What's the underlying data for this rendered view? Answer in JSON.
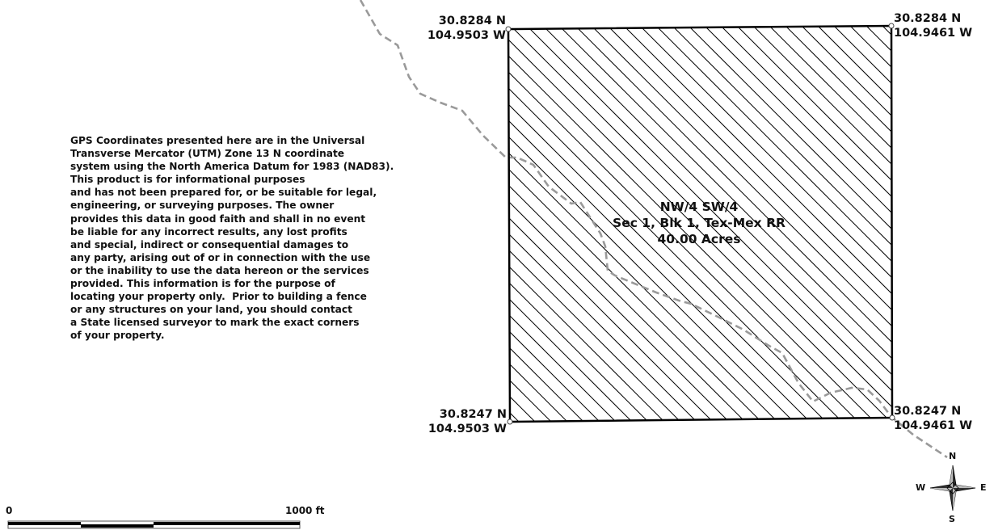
{
  "disclaimer": {
    "lines": [
      "GPS Coordinates presented here are in the Universal",
      "Transverse Mercator (UTM) Zone 13 N coordinate",
      "system using the North America Datum for 1983 (NAD83).",
      "This product is for informational purposes",
      "and has not been prepared for, or be suitable for legal,",
      "engineering, or surveying purposes. The owner",
      "provides this data in good faith and shall in no event",
      "be liable for any incorrect results, any lost profits",
      "and special, indirect or consequential damages to",
      "any party, arising out of or in connection with the use",
      "or the inability to use the data hereon or the services",
      "provided. This information is for the purpose of",
      "locating your property only.  Prior to building a fence",
      "or any structures on your land, you should contact",
      "a State licensed surveyor to mark the exact corners",
      "of your property."
    ]
  },
  "corners": {
    "top_left": {
      "lat": "30.8284 N",
      "lon": "104.9503 W"
    },
    "top_right": {
      "lat": "30.8284 N",
      "lon": "104.9461 W"
    },
    "bottom_left": {
      "lat": "30.8247 N",
      "lon": "104.9503 W"
    },
    "bottom_right": {
      "lat": "30.8247 N",
      "lon": "104.9461 W"
    }
  },
  "parcel": {
    "line1": "NW/4 SW/4",
    "line2": "Sec 1, Blk 1, Tex-Mex RR",
    "line3": "40.00 Acres",
    "border_color": "#000000",
    "hatch_color": "#000000"
  },
  "road": {
    "style": "dashed",
    "color": "#9a9a9a"
  },
  "scale_bar": {
    "start_label": "0",
    "end_label": "1000 ft"
  },
  "compass": {
    "north": "N",
    "south": "S",
    "east": "E",
    "west": "W"
  }
}
